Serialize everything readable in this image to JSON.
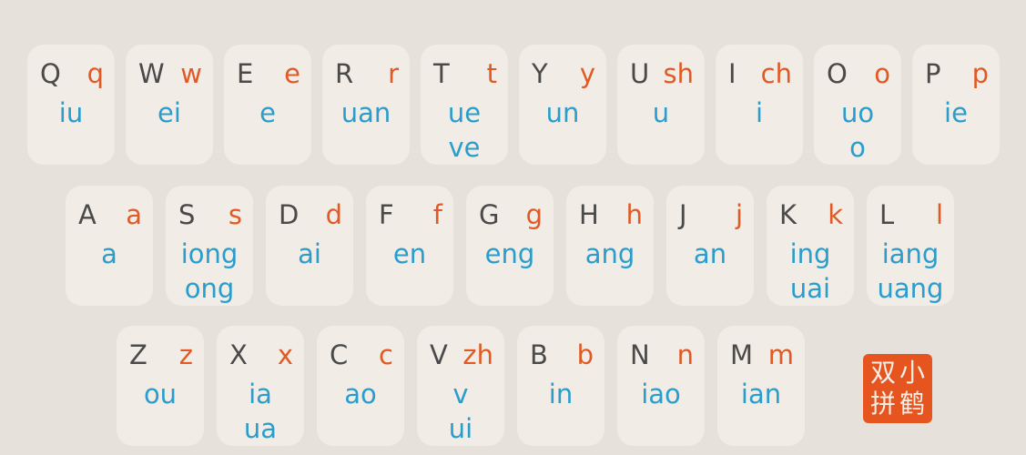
{
  "rows": [
    {
      "keys": [
        {
          "upper": "Q",
          "initial": "q",
          "finals": [
            "iu"
          ]
        },
        {
          "upper": "W",
          "initial": "w",
          "finals": [
            "ei"
          ]
        },
        {
          "upper": "E",
          "initial": "e",
          "finals": [
            "e"
          ]
        },
        {
          "upper": "R",
          "initial": "r",
          "finals": [
            "uan"
          ]
        },
        {
          "upper": "T",
          "initial": "t",
          "finals": [
            "ue",
            "ve"
          ]
        },
        {
          "upper": "Y",
          "initial": "y",
          "finals": [
            "un"
          ]
        },
        {
          "upper": "U",
          "initial": "sh",
          "finals": [
            "u"
          ]
        },
        {
          "upper": "I",
          "initial": "ch",
          "finals": [
            "i"
          ]
        },
        {
          "upper": "O",
          "initial": "o",
          "finals": [
            "uo",
            "o"
          ]
        },
        {
          "upper": "P",
          "initial": "p",
          "finals": [
            "ie"
          ]
        }
      ]
    },
    {
      "keys": [
        {
          "upper": "A",
          "initial": "a",
          "finals": [
            "a"
          ]
        },
        {
          "upper": "S",
          "initial": "s",
          "finals": [
            "iong",
            "ong"
          ]
        },
        {
          "upper": "D",
          "initial": "d",
          "finals": [
            "ai"
          ]
        },
        {
          "upper": "F",
          "initial": "f",
          "finals": [
            "en"
          ]
        },
        {
          "upper": "G",
          "initial": "g",
          "finals": [
            "eng"
          ]
        },
        {
          "upper": "H",
          "initial": "h",
          "finals": [
            "ang"
          ]
        },
        {
          "upper": "J",
          "initial": "j",
          "finals": [
            "an"
          ]
        },
        {
          "upper": "K",
          "initial": "k",
          "finals": [
            "ing",
            "uai"
          ]
        },
        {
          "upper": "L",
          "initial": "l",
          "finals": [
            "iang",
            "uang"
          ]
        }
      ]
    },
    {
      "keys": [
        {
          "upper": "Z",
          "initial": "z",
          "finals": [
            "ou"
          ]
        },
        {
          "upper": "X",
          "initial": "x",
          "finals": [
            "ia",
            "ua"
          ]
        },
        {
          "upper": "C",
          "initial": "c",
          "finals": [
            "ao"
          ]
        },
        {
          "upper": "V",
          "initial": "zh",
          "finals": [
            "v",
            "ui"
          ]
        },
        {
          "upper": "B",
          "initial": "b",
          "finals": [
            "in"
          ]
        },
        {
          "upper": "N",
          "initial": "n",
          "finals": [
            "iao"
          ]
        },
        {
          "upper": "M",
          "initial": "m",
          "finals": [
            "ian"
          ]
        }
      ]
    }
  ],
  "logo": {
    "text": "双小拼鹤"
  },
  "colors": {
    "background": "#e6e1da",
    "key": "#f1ece5",
    "upper": "#4a4a4a",
    "initial": "#e15a26",
    "final": "#2a9dcd",
    "logo": "#e6551f"
  }
}
